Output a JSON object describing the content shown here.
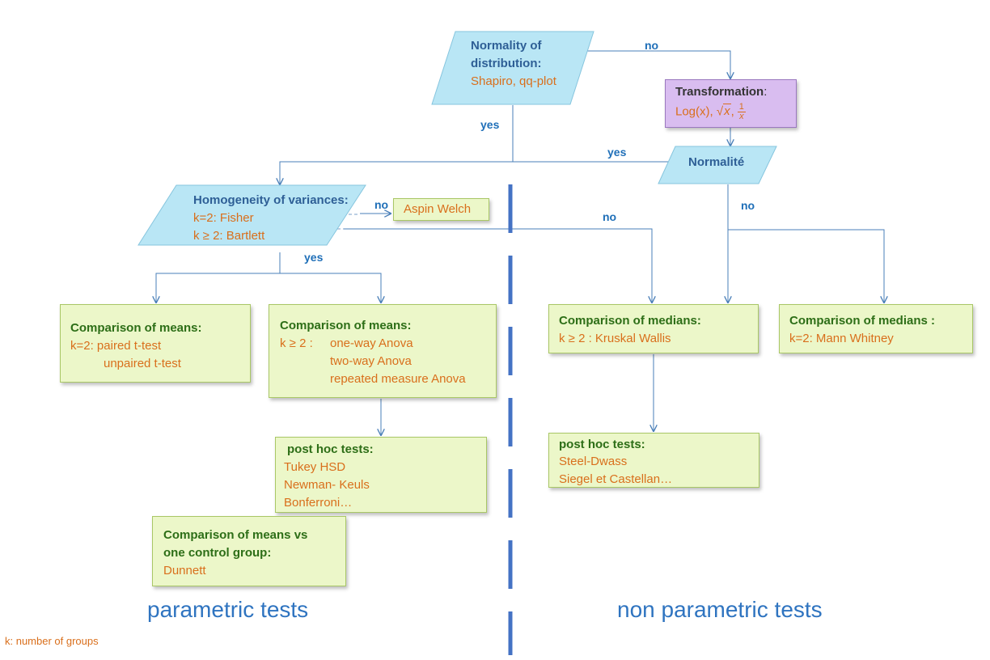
{
  "nodes": {
    "normality": {
      "title_line1": "Normality of",
      "title_line2": "distribution:",
      "methods": "Shapiro, qq-plot"
    },
    "transformation": {
      "title": "Transformation",
      "colon": ":",
      "prefix": "Log(x), ",
      "sqrt_symbol": "√",
      "sqrt_arg": "x",
      "comma": ",",
      "frac_num": "1",
      "frac_den": "x"
    },
    "normalite": {
      "title": "Normalité"
    },
    "homogeneity": {
      "title": "Homogeneity of variances:",
      "line1": "k=2:   Fisher",
      "line2": "k ≥ 2:  Bartlett"
    },
    "aspin_welch": {
      "label": "Aspin Welch"
    },
    "means_k2": {
      "title": "Comparison of means:",
      "line1": "k=2:  paired t-test",
      "line2": "unpaired t-test"
    },
    "means_kge2": {
      "title": "Comparison of means:",
      "prefix": "k ≥ 2 :",
      "line1": "one-way Anova",
      "line2": "two-way Anova",
      "line3": "repeated measure Anova"
    },
    "posthoc_param": {
      "title": "post hoc tests:",
      "line1": "Tukey HSD",
      "line2": "Newman- Keuls",
      "line3": "Bonferroni…"
    },
    "control_group": {
      "title_line1": "Comparison of means  vs",
      "title_line2": "one control group:",
      "line1": "Dunnett"
    },
    "medians_kge2": {
      "title": "Comparison of medians:",
      "line1": "k ≥ 2 :   Kruskal  Wallis"
    },
    "medians_k2": {
      "title": "Comparison of medians :",
      "line1": "k=2:   Mann Whitney"
    },
    "posthoc_nonparam": {
      "title": "post hoc tests:",
      "line1": "Steel-Dwass",
      "line2": "Siegel et Castellan…"
    }
  },
  "edge_labels": {
    "normality_no": "no",
    "normality_yes": "yes",
    "normalite_yes": "yes",
    "normalite_no": "no",
    "homogeneity_no": "no",
    "homogeneity_yes": "yes",
    "center_no": "no"
  },
  "sections": {
    "parametric": "parametric tests",
    "nonparametric": "non parametric tests"
  },
  "footnote": "k: number of groups",
  "colors": {
    "title_blue": "#2e5f96",
    "title_green": "#2d6e17",
    "text_orange": "#d96f1c",
    "edge_label_blue": "#1f6fb8",
    "divider": "#4472c4",
    "box_fill": "#ecf7c9",
    "para_fill": "#b9e6f5",
    "purple_fill": "#d9bdf0"
  }
}
